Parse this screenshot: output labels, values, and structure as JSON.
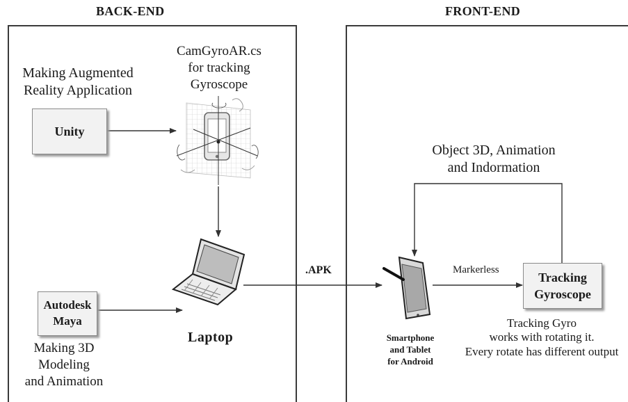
{
  "backend": {
    "title": "BACK-END",
    "making_ar_line1": "Making Augmented",
    "making_ar_line2": "Reality Application",
    "unity_label": "Unity",
    "camgyro_line1": "CamGyroAR.cs",
    "camgyro_line2": "for tracking",
    "camgyro_line3": "Gyroscope",
    "autodesk_line1": "Autodesk",
    "autodesk_line2": "Maya",
    "making_3d_line1": "Making 3D",
    "making_3d_line2": "Modeling",
    "making_3d_line3": "and Animation",
    "laptop_label": "Laptop"
  },
  "connector": {
    "apk_label": ".APK"
  },
  "frontend": {
    "title": "FRONT-END",
    "object_line1": "Object 3D, Animation",
    "object_line2": "and Indormation",
    "markerless_label": "Markerless",
    "tracking_line1": "Tracking",
    "tracking_line2": "Gyroscope",
    "smartphone_line1": "Smartphone",
    "smartphone_line2": "and Tablet",
    "smartphone_line3": "for Android",
    "desc_line1": "Tracking Gyro",
    "desc_line2": "works with rotating it.",
    "desc_line3": "Every rotate has different output"
  },
  "icons": {
    "gyro": "gyroscope-phone-icon",
    "laptop": "laptop-icon",
    "smartphone": "smartphone-icon"
  }
}
